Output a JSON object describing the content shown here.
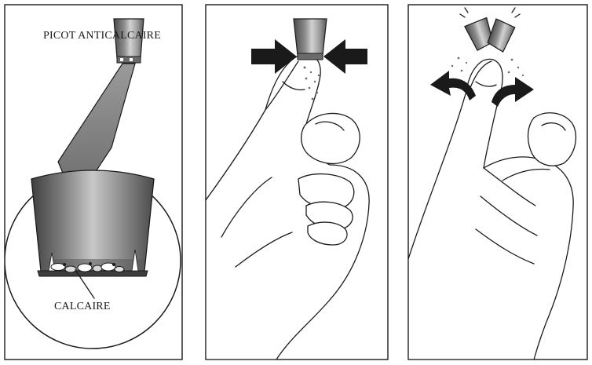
{
  "panels": [
    {
      "id": 1,
      "labels": {
        "tip": "PICOT ANTICALCAIRE",
        "deposit": "CALCAIRE"
      }
    },
    {
      "id": 2
    },
    {
      "id": 3
    }
  ],
  "colors": {
    "ink": "#1a1a1a",
    "metal_dark": "#5a5a5a",
    "metal_light": "#c9c9c9",
    "background": "#ffffff"
  },
  "icons": [
    "press-arrow-left-icon",
    "press-arrow-right-icon",
    "bend-arrow-left-icon",
    "bend-arrow-right-icon"
  ]
}
